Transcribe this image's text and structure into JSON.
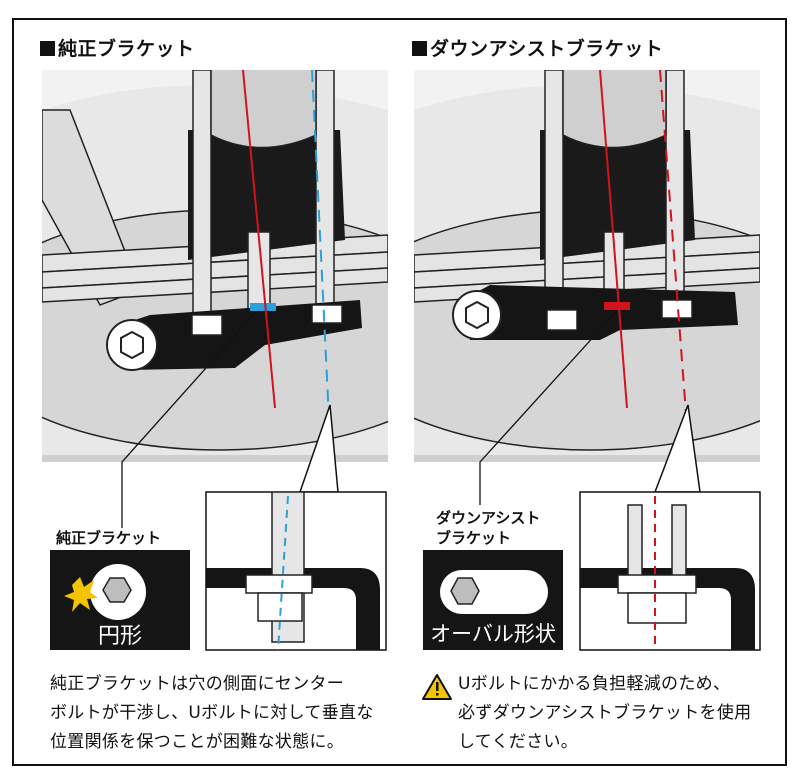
{
  "left": {
    "heading": "純正ブラケット",
    "callout_label": "純正ブラケット",
    "shape_label": "円形",
    "description_lines": [
      "純正ブラケットは穴の側面にセンター",
      "ボルトが干渉し、Uボルトに対して垂直な",
      "位置関係を保つことが困難な状態に。"
    ]
  },
  "right": {
    "heading": "ダウンアシストブラケット",
    "callout_label_lines": [
      "ダウンアシスト",
      "ブラケット"
    ],
    "shape_label": "オーバル形状",
    "description_lines": [
      "Uボルトにかかる負担軽減のため、",
      "必ずダウンアシストブラケットを使用",
      "してください。"
    ],
    "warning_icon": "warning-triangle-icon"
  },
  "colors": {
    "red_line": "#d0141e",
    "blue_line": "#2a9fd8",
    "warning": "#f5c400",
    "dark": "#111111",
    "light_gray": "#d9d9d9"
  }
}
